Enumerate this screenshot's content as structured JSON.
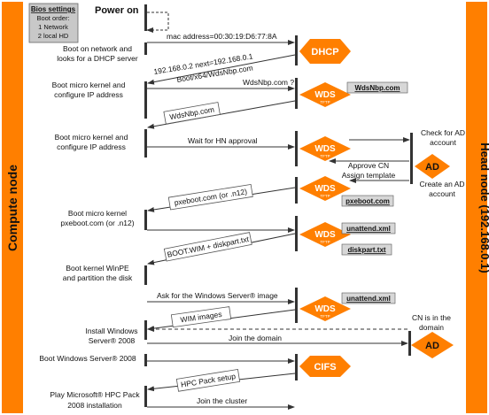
{
  "left_lane_label": "Compute node",
  "right_lane_label": "Head node (192.168.0.1)",
  "bios_box": {
    "title": "Bios settings",
    "lines": [
      "Boot order:",
      "1 Network",
      "2 local HD"
    ]
  },
  "power_on": "Power on",
  "steps": [
    [
      "Boot on network and",
      "looks for a DHCP server"
    ],
    [
      "Boot micro kernel and",
      "configure  IP address"
    ],
    [
      "Boot micro kernel and",
      "configure  IP address"
    ],
    [
      "Boot micro kernel",
      "pxeboot.com (or .n12)"
    ],
    [
      "Boot kernel WinPE",
      "and partition the disk"
    ],
    [
      "Install Windows",
      "Server® 2008"
    ],
    [
      "Boot Windows Server® 2008"
    ],
    [
      "Play Microsoft® HPC Pack",
      "2008 installation"
    ]
  ],
  "messages": {
    "mac": "mac address=00:30:19:D6:77:8A",
    "ip_reply": [
      "192.168.0.2 next=192.168.0.1",
      "Boot/x64/WdsNbp.com"
    ],
    "wdsnbp_q": "WdsNbp.com ?",
    "wdsnbp_reply": "WdsNbp.com",
    "wait_hn": "Wait for HN approval",
    "pxeboot_reply": "pxeboot.com (or .n12)",
    "bootwim_reply": "BOOT.WIM + diskpart.txt",
    "ask_image": "Ask for the Windows Server® image",
    "wim_images": "WIM images",
    "join_domain": "Join the domain",
    "hpc_setup": "HPC Pack setup",
    "join_cluster": "Join the cluster"
  },
  "ad_notes": {
    "check": [
      "Check for AD",
      "account"
    ],
    "approve": [
      "Approve CN",
      "Assign template"
    ],
    "create": [
      "Create an AD",
      "account"
    ],
    "cn_domain": [
      "CN is in the",
      "domain"
    ]
  },
  "server_labels": {
    "dhcp": "DHCP",
    "wds": "WDS",
    "wds_sub": "TFTP",
    "ad": "AD",
    "cifs": "CIFS"
  },
  "files": {
    "wdsnbp": "WdsNbp.com",
    "pxeboot": "pxeboot.com",
    "unattend1": "unattend.xml",
    "diskpart": "diskpart.txt",
    "unattend2": "unattend.xml"
  },
  "colors": {
    "lane": "#ff7f00",
    "lane_text": "#111111",
    "server": "#ff7f00",
    "server_text": "#ffffff",
    "file": "#d7d7d7",
    "bios": "#c8c8c8"
  }
}
